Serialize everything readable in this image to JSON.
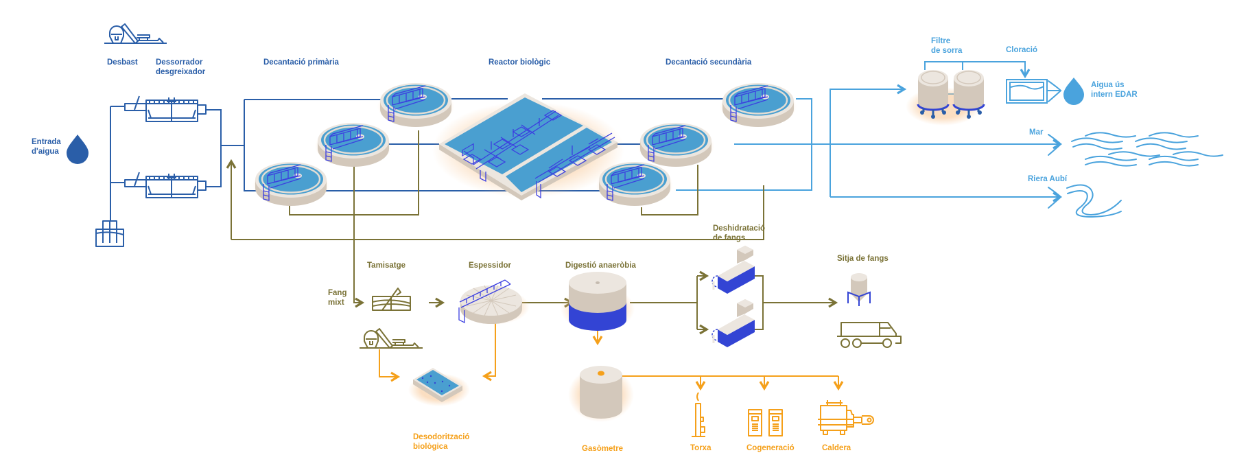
{
  "colors": {
    "water_dark": "#2a5ea8",
    "water_light": "#4aa3dd",
    "sludge": "#7a7236",
    "gas": "#f5a01a",
    "tank_water": "#4a9fd0",
    "concrete_top": "#ece6df",
    "concrete_side": "#d3c8bb",
    "equipment_blue": "#3344d4"
  },
  "water_line": {
    "inlet": "Entrada\nd'aigua",
    "desbast": "Desbast",
    "dessorrador": "Dessorrador\ndesgreixador",
    "primary": "Decantació primària",
    "reactor": "Reactor biològic",
    "secondary": "Decantació secundària"
  },
  "tertiary": {
    "sand_filter": "Filtre\nde sorra",
    "chlorination": "Cloració",
    "internal_use": "Aigua ús\nintern EDAR",
    "sea": "Mar",
    "stream": "Riera Aubí"
  },
  "sludge_line": {
    "mixed_sludge": "Fang\nmixt",
    "screening": "Tamisatge",
    "thickener": "Espessidor",
    "digestion": "Digestió anaeròbia",
    "dewatering": "Deshidratació\nde fangs",
    "silo": "Sitja de fangs"
  },
  "gas_line": {
    "deodorization": "Desodorització\nbiològica",
    "gasometer": "Gasòmetre",
    "flare": "Torxa",
    "cogeneration": "Cogeneració",
    "boiler": "Caldera"
  }
}
